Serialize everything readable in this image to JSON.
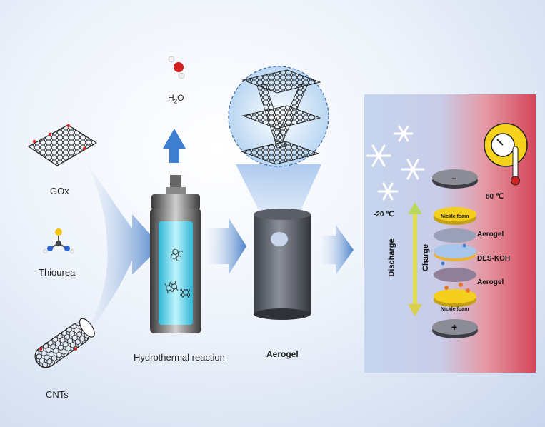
{
  "inputs": {
    "gox": "GOx",
    "thiourea": "Thiourea",
    "cnts": "CNTs"
  },
  "water": {
    "prefix": "H",
    "subscript": "2",
    "suffix": "O"
  },
  "process": {
    "hydrothermal": "Hydrothermal reaction",
    "aerogel": "Aerogel"
  },
  "device": {
    "minus": "−",
    "plus": "+",
    "nickel_top": "Nickle foam",
    "aerogel_top": "Aerogel",
    "electrolyte": "DES-KOH",
    "aerogel_bottom": "Aerogel",
    "nickel_bottom": "Nickle foam",
    "discharge": "Discharge",
    "charge": "Charge",
    "cold_temp": "-20 ℃",
    "hot_temp": "80 ℃"
  },
  "colors": {
    "arrow_blue": "#3e7fd1",
    "panel_cold": "#b8cbe9",
    "panel_hot": "#d74a5a",
    "nickel_yellow": "#f4cf1e"
  }
}
